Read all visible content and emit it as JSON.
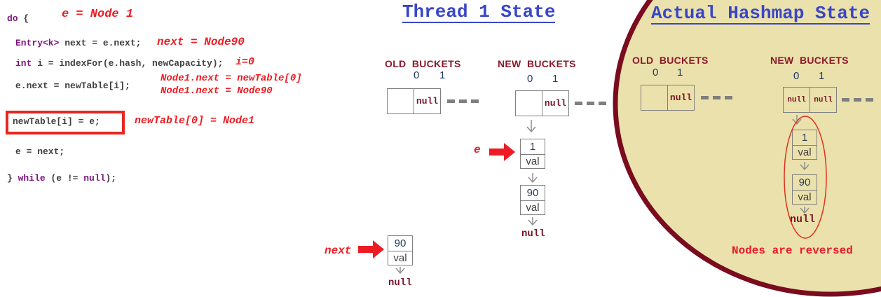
{
  "code": {
    "l1_kw": "do",
    "l1_rest": " {",
    "l2_kw": "Entry<k>",
    "l2_rest": " next = e.next;",
    "l3_kw": "int",
    "l3_rest": " i = indexFor(e.hash, newCapacity);",
    "l4": "e.next = newTable[i];",
    "l5": "newTable[i] = e;",
    "l6": "e = next;",
    "l7_a": "} ",
    "l7_kw1": "while",
    "l7_b": " (e != ",
    "l7_kw2": "null",
    "l7_c": ");"
  },
  "annotations": {
    "a1": "e = Node 1",
    "a2": "next = Node90",
    "a3": "i=0",
    "a4a": "Node1.next = newTable[0]",
    "a4b": "Node1.next = Node90",
    "a5": "newTable[0] = Node1"
  },
  "thread1": {
    "title": "Thread 1 State",
    "old_label": "OLD  BUCKETS",
    "new_label": "NEW  BUCKETS",
    "idx0": "0",
    "idx1": "1",
    "null_value": "null",
    "node1_key": "1",
    "node1_val": "val",
    "node90_key": "90",
    "node90_val": "val",
    "chain_null": "null",
    "e_label": "e",
    "next_label": "next",
    "next_node_key": "90",
    "next_node_val": "val",
    "next_chain_null": "null"
  },
  "actual": {
    "title": "Actual Hashmap State",
    "old_label": "OLD  BUCKETS",
    "new_label": "NEW  BUCKETS",
    "idx0": "0",
    "idx1": "1",
    "null_value": "null",
    "node1_key": "1",
    "node1_val": "val",
    "node90_key": "90",
    "node90_val": "val",
    "chain_null": "null",
    "note": "Nodes are reversed"
  },
  "colors": {
    "annotation_red": "#ed1c24",
    "title_blue": "#3a46c8",
    "bucket_label_maroon": "#8b1a2b",
    "null_maroon": "#7b1426",
    "keyword_purple": "#7d157d",
    "code_gray": "#3f3f3f",
    "ellipse_fill_tan": "#ebe1ac",
    "ellipse_border_maroon": "#7a0c1f",
    "highlight_box_red": "#e8251f",
    "index_navy": "#203864"
  }
}
